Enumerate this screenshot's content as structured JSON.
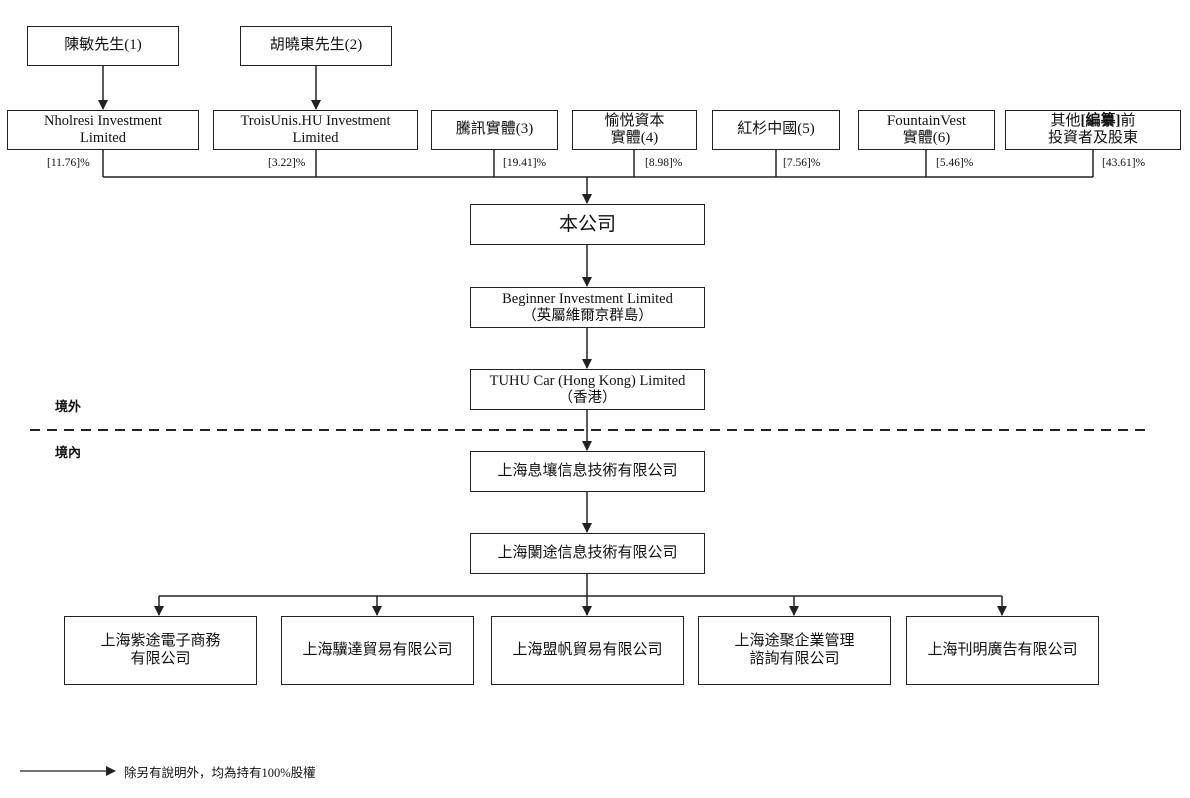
{
  "individuals": {
    "chen": "陳敏先生(1)",
    "hu": "胡曉東先生(2)"
  },
  "shareholders": [
    {
      "id": "nholresi",
      "lines": [
        "Nholresi Investment",
        "Limited"
      ],
      "pct": "[11.76]%"
    },
    {
      "id": "troisunis",
      "lines": [
        "TroisUnis.HU Investment",
        "Limited"
      ],
      "pct": "[3.22]%"
    },
    {
      "id": "tencent",
      "lines": [
        "騰訊實體(3)"
      ],
      "pct": "[19.41]%"
    },
    {
      "id": "yuyue",
      "lines": [
        "愉悦資本",
        "實體(4)"
      ],
      "pct": "[8.98]%"
    },
    {
      "id": "sequoia",
      "lines": [
        "紅杉中國(5)"
      ],
      "pct": "[7.56]%"
    },
    {
      "id": "fountainvest",
      "lines": [
        "FountainVest",
        "實體(6)"
      ],
      "pct": "[5.46]%"
    },
    {
      "id": "others",
      "line1_pre": "其他",
      "line1_bold": "[編纂]",
      "line1_post": "前",
      "line2": "投資者及股東",
      "pct": "[43.61]%"
    }
  ],
  "company": "本公司",
  "beginner": {
    "line1": "Beginner Investment Limited",
    "line2": "（英屬維爾京群島）"
  },
  "tuhu_hk": {
    "line1": "TUHU Car (Hong Kong) Limited",
    "line2": "（香港）"
  },
  "offshore_label": "境外",
  "onshore_label": "境內",
  "xirang": "上海息壤信息技術有限公司",
  "lantu": "上海闌途信息技術有限公司",
  "subsidiaries": [
    {
      "id": "zitu",
      "lines": [
        "上海紫途電子商務",
        "有限公司"
      ]
    },
    {
      "id": "jida",
      "lines": [
        "上海驥達貿易有限公司"
      ]
    },
    {
      "id": "mengfan",
      "lines": [
        "上海盟帆貿易有限公司"
      ]
    },
    {
      "id": "tuju",
      "lines": [
        "上海途聚企業管理",
        "諮詢有限公司"
      ]
    },
    {
      "id": "kanming",
      "lines": [
        "上海刊明廣告有限公司"
      ]
    }
  ],
  "legend": "除另有說明外，均為持有100%股權",
  "colors": {
    "line": "#222222",
    "text": "#111111",
    "background": "#ffffff"
  }
}
